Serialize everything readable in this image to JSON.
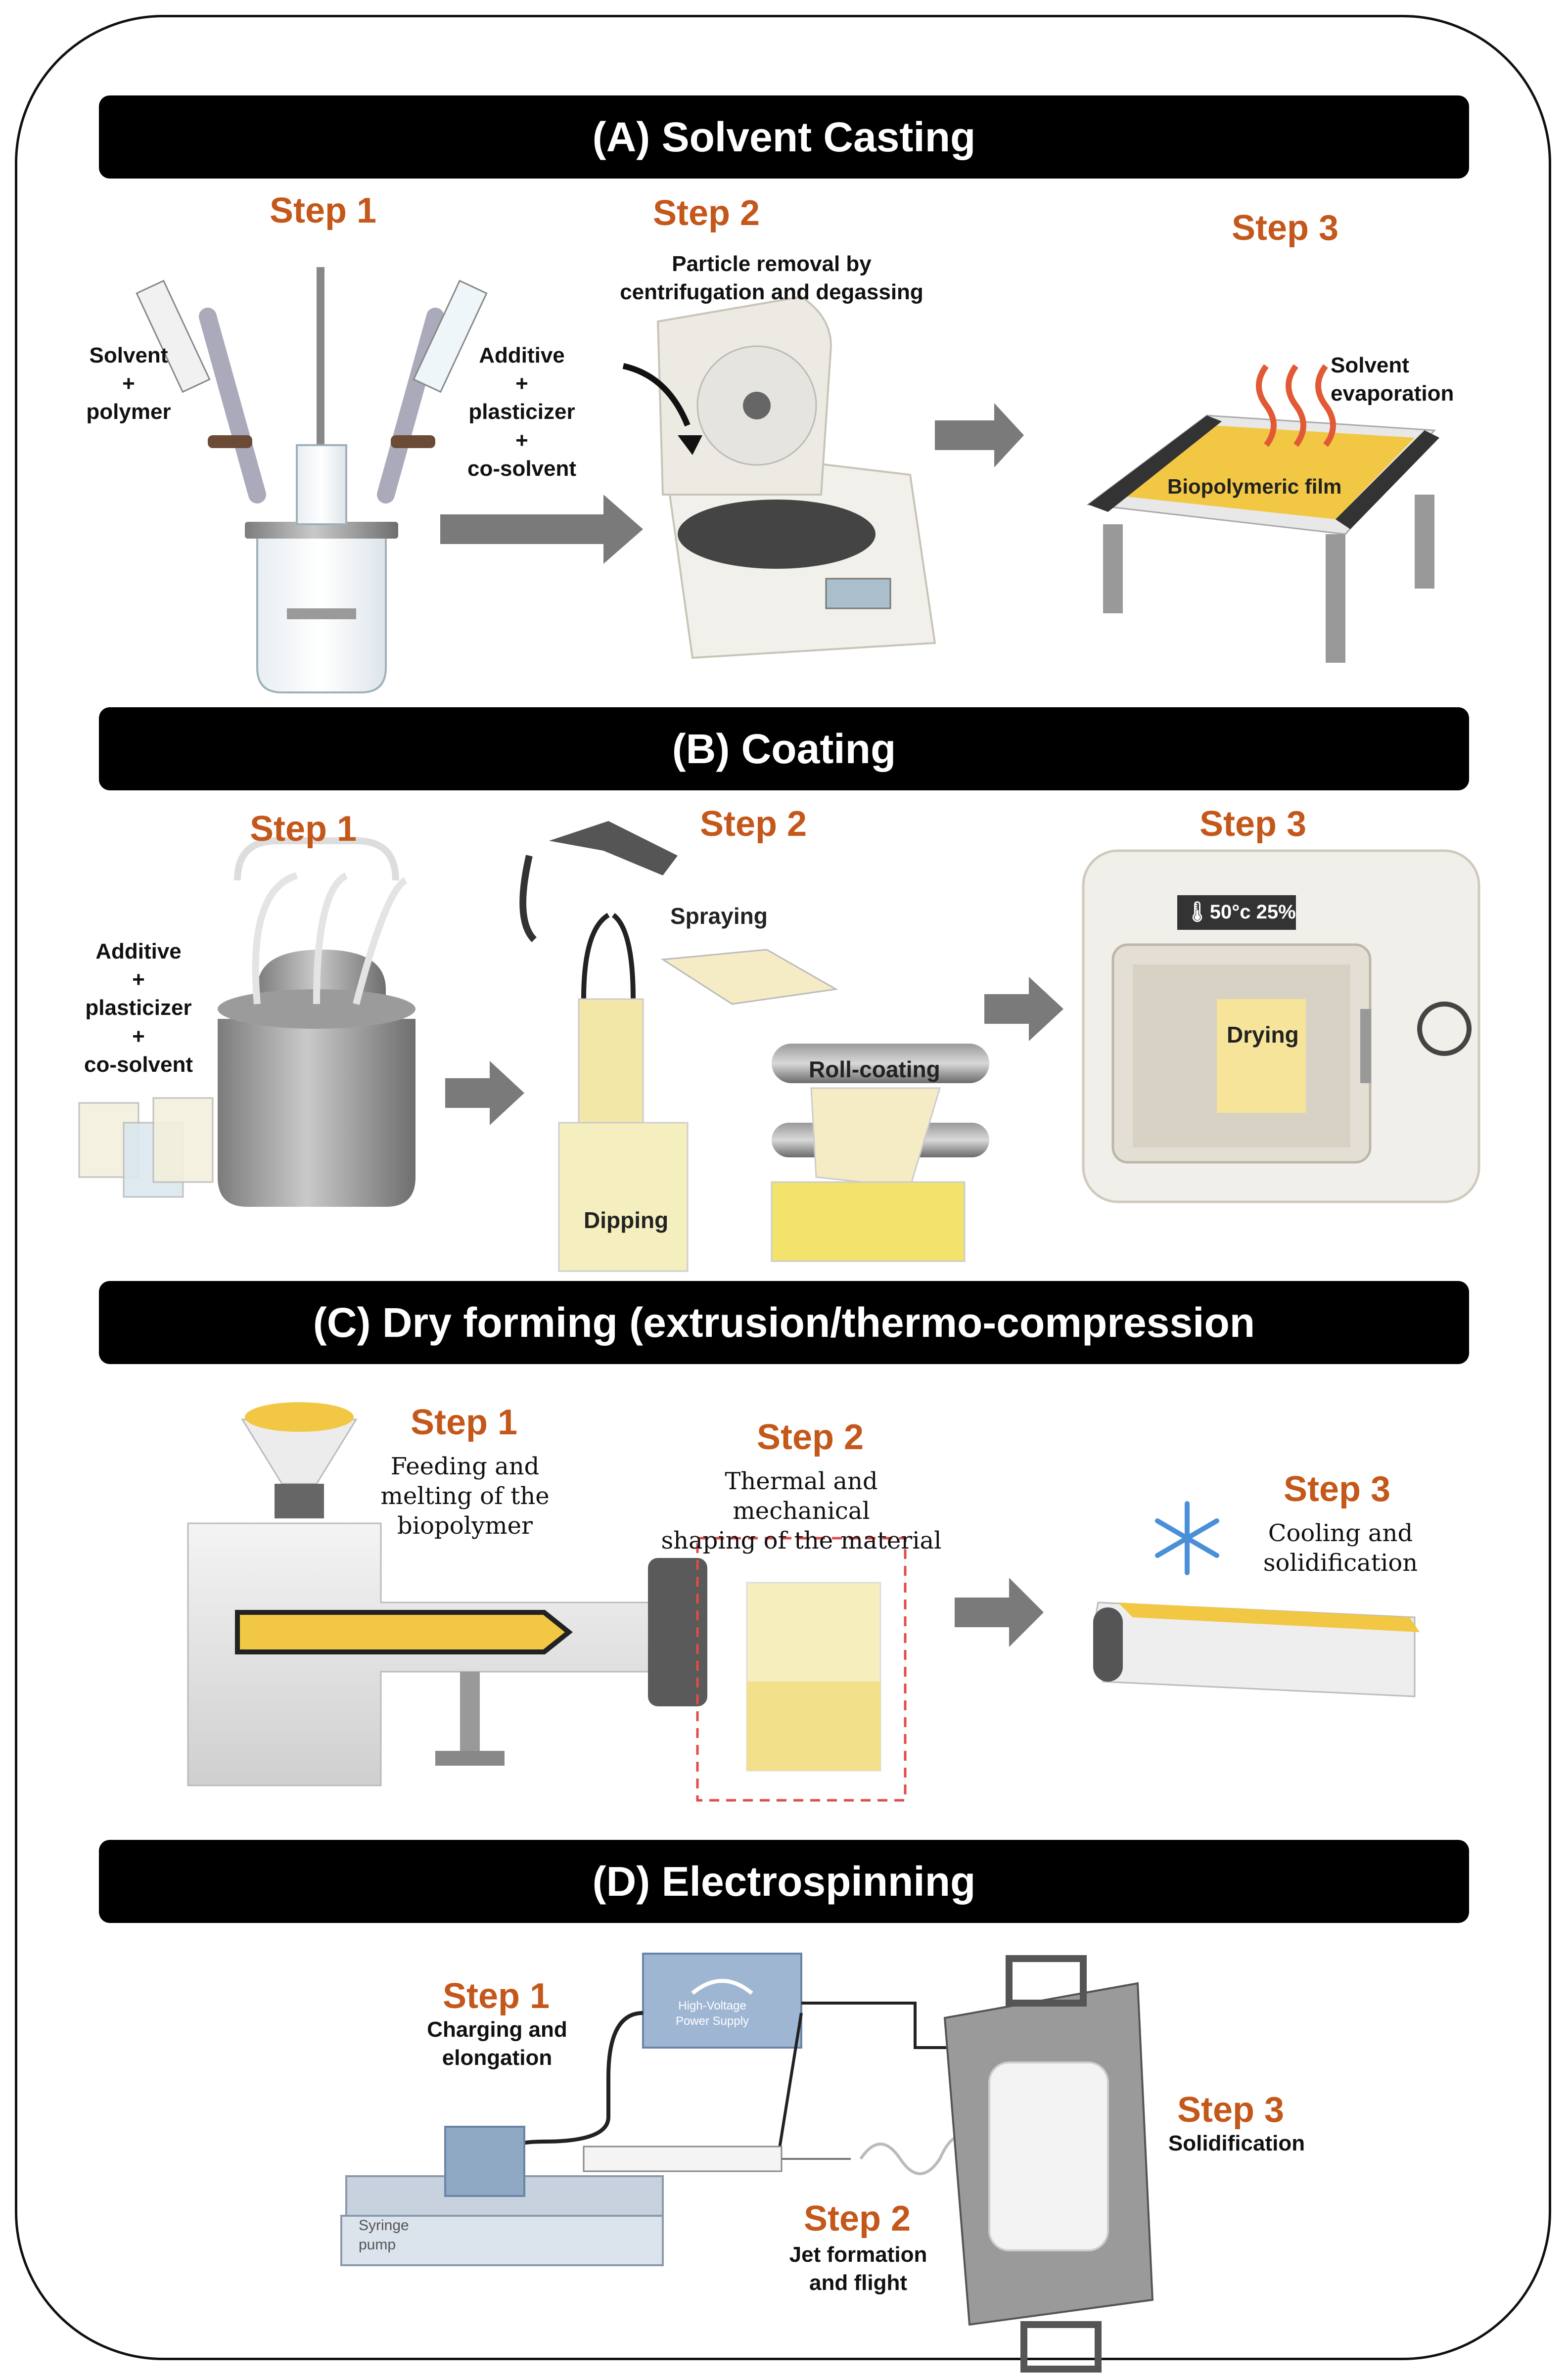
{
  "sections": {
    "a": {
      "title": "(A) Solvent Casting",
      "step1": "Step 1",
      "step2": "Step 2",
      "step3": "Step 3",
      "label_left": "Solvent\n+\npolymer",
      "label_right": "Additive\n+\nplasticizer\n+\nco-solvent",
      "step2_text": "Particle removal by\ncentrifugation and degassing",
      "step3_text": "Solvent\nevaporation",
      "film_label": "Biopolymeric film"
    },
    "b": {
      "title": "(B) Coating",
      "step1": "Step 1",
      "step2": "Step 2",
      "step3": "Step 3",
      "label_left": "Additive\n+\nplasticizer\n+\nco-solvent",
      "spraying": "Spraying",
      "roll_coating": "Roll-coating",
      "dipping": "Dipping",
      "oven_display": "🌡50°c  25%",
      "drying": "Drying"
    },
    "c": {
      "title": "(C) Dry forming (extrusion/thermo-compression",
      "step1": "Step 1",
      "step2": "Step 2",
      "step3": "Step 3",
      "step1_text": "Feeding and\nmelting of the\nbiopolymer",
      "step2_text": "Thermal and mechanical\nshaping of the material",
      "step3_text": "Cooling and\nsolidification"
    },
    "d": {
      "title": "(D) Electrospinning",
      "step1": "Step 1",
      "step2": "Step 2",
      "step3": "Step 3",
      "step1_text": "Charging and\nelongation",
      "step2_text": "Jet formation\nand flight",
      "step3_text": "Solidification",
      "power_supply": "High-Voltage\nPower Supply",
      "syringe_pump": "Syringe\npump"
    }
  },
  "colors": {
    "step_text": "#c4571a",
    "banner_bg": "#000000",
    "film_yellow": "#f2c744",
    "pale_yellow": "#f3e7a8",
    "arrow_gray": "#7a7a7a"
  },
  "icons": [
    "snowflake-icon",
    "heat-waves-icon",
    "arrow-right-icon",
    "thermometer-icon"
  ]
}
